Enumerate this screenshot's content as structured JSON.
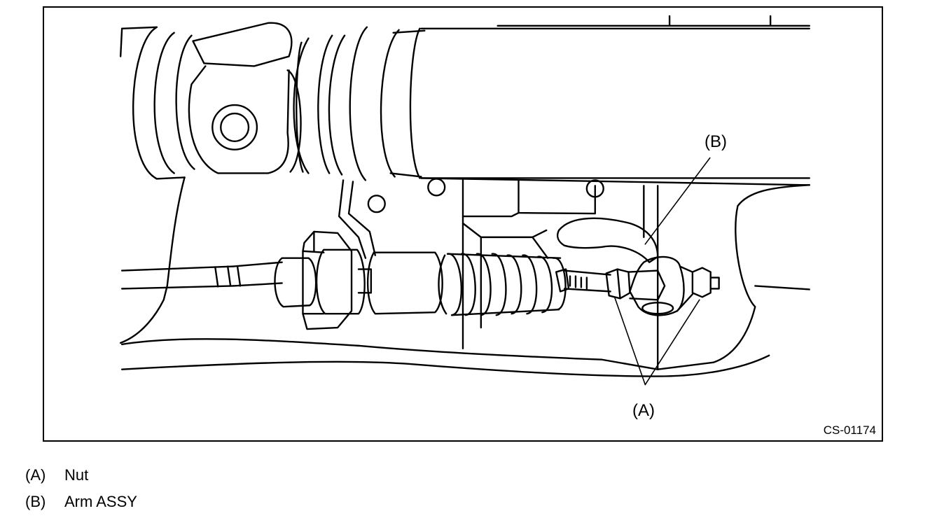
{
  "figure": {
    "code": "CS-01174",
    "callouts": {
      "a": "(A)",
      "b": "(B)"
    },
    "line_color": "#000000",
    "background": "#ffffff"
  },
  "legend": {
    "items": [
      {
        "key": "(A)",
        "label": "Nut"
      },
      {
        "key": "(B)",
        "label": "Arm ASSY"
      }
    ]
  }
}
